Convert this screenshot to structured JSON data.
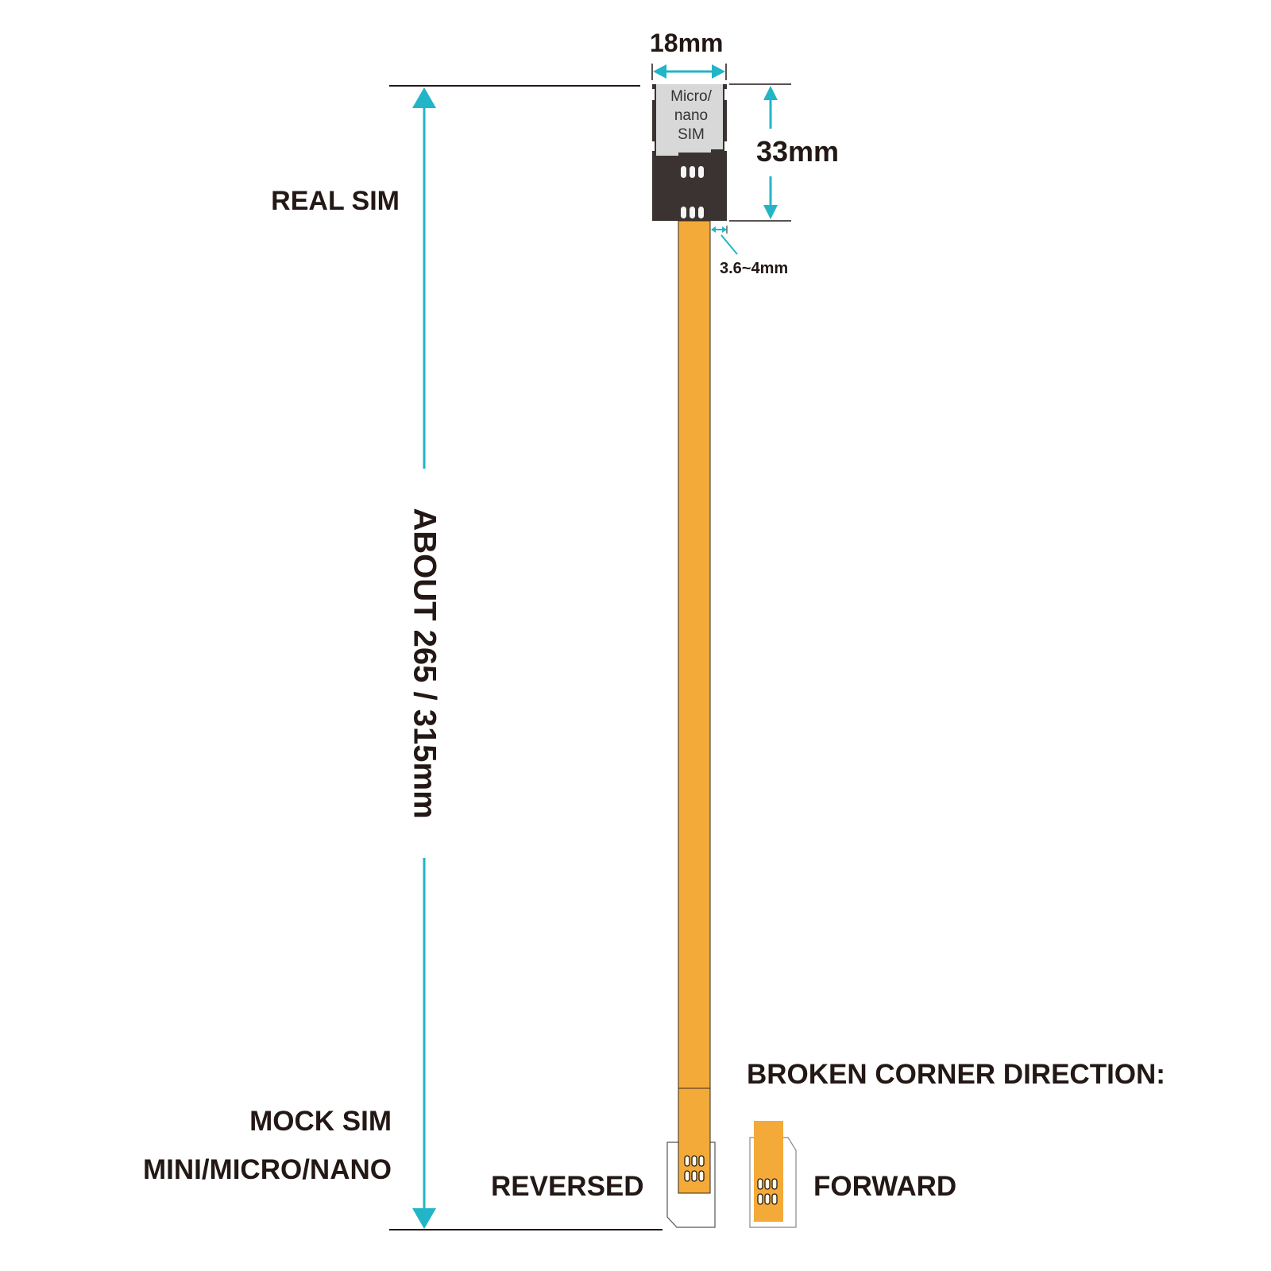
{
  "dimensions": {
    "width": "18mm",
    "height": "33mm",
    "cable_margin": "3.6~4mm",
    "cable_length": "ABOUT 265 / 315mm"
  },
  "real_sim": {
    "label": "REAL SIM",
    "slot_text": [
      "Micro/",
      "nano",
      "SIM"
    ]
  },
  "mock_sim": {
    "label": "MOCK SIM",
    "sizes": "MINI/MICRO/NANO"
  },
  "broken_corner": {
    "title": "BROKEN CORNER DIRECTION:",
    "reversed_label": "REVERSED",
    "forward_label": "FORWARD"
  },
  "colors": {
    "accent": "#22b5c7",
    "cable": "#f3aa38",
    "board": "#3a3331",
    "slot": "#d8d8d8",
    "text": "#231815"
  }
}
